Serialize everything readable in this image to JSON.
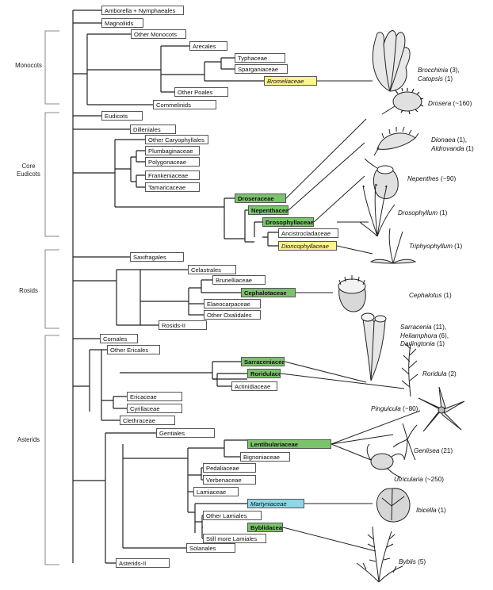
{
  "groups": {
    "monocots": "Monocots",
    "core_eudicots_1": "Core",
    "core_eudicots_2": "Eudicots",
    "rosids": "Rosids",
    "asterids": "Asterids"
  },
  "taxa": {
    "amborella": "Amborella + Nymphaeales",
    "magnoliids": "Magnoliids",
    "other_monocots": "Other Monocots",
    "arecales": "Arecales",
    "typhaceae": "Typhaceae",
    "sparganiaceae": "Sparganiaceae",
    "bromeliaceae": "Bromeliaceae",
    "other_poales": "Other Poales",
    "commelinids": "Commelinids",
    "eudicots": "Eudicots",
    "dilleniales": "Dilleniales",
    "other_caryophyllales": "Other Caryophyllales",
    "plumbaginaceae": "Plumbaginaceae",
    "polygonaceae": "Polygonaceae",
    "frankeniaceae": "Frankeniaceae",
    "tamaricaceae": "Tamaricaceae",
    "droseraceae": "Droseraceae",
    "nepenthaceae": "Nepenthaceae",
    "drosophyllaceae": "Drosophyllaceae",
    "ancistrocladaceae": "Ancistrocladaceae",
    "dioncophyllaceae": "Dioncophyllaceae",
    "saxifragales": "Saxifragales",
    "celastrales": "Celastrales",
    "brunelliaceae": "Brunelliaceae",
    "cephalotaceae": "Cephalotaceae",
    "elaeocarpaceae": "Elaeocarpaceae",
    "other_oxalidales": "Other Oxalidales",
    "rosids_ii": "Rosids-II",
    "cornales": "Cornales",
    "other_ericales": "Other Ericales",
    "sarraceniaceae": "Sarraceniaceae",
    "roridulaceae": "Roridulaceae",
    "actinidiaceae": "Actinidiaceae",
    "ericaceae": "Ericaceae",
    "cyrillaceae": "Cyrillaceae",
    "clethraceae": "Clethraceae",
    "gentiales": "Gentiales",
    "lentibulariaceae": "Lentibulariaceae",
    "bignoniaceae": "Bignoniaceae",
    "pedaliaceae": "Pedaliaceae",
    "verbenaceae": "Verbenaceae",
    "lamiaceae": "Lamiaceae",
    "martyniaceae": "Martyniaceae",
    "other_lamiales": "Other Lamiales",
    "byblidaceae": "Byblidaceae",
    "still_more_lamiales": "Still more Lamiales",
    "solanales": "Solanales",
    "asterids_ii": "Asterids-II"
  },
  "plants": {
    "brocchinia": {
      "name1": "Brocchinia",
      "count1": " (3),",
      "name2": "Catopsis",
      "count2": " (1)"
    },
    "drosera": {
      "name": "Drosera",
      "count": " (~160)"
    },
    "dionaea": {
      "name1": "Dionaea",
      "count1": " (1),",
      "name2": "Aldrovanda",
      "count2": " (1)"
    },
    "nepenthes": {
      "name": "Nepenthes",
      "count": " (~90)"
    },
    "drosophyllum": {
      "name": "Drosophyllum",
      "count": " (1)"
    },
    "triphyophyllum": {
      "name": "Triphyophyllum",
      "count": " (1)"
    },
    "cephalotus": {
      "name": "Cephalotus",
      "count": " (1)"
    },
    "sarracenia": {
      "name1": "Sarracenia",
      "count1": " (11),",
      "name2": "Heliamphora",
      "count2": " (6),",
      "name3": "Darlingtonia",
      "count3": " (1)"
    },
    "roridula": {
      "name": "Roridula",
      "count": " (2)"
    },
    "pinguicula": {
      "name": "Pinguicula",
      "count": " (~80)"
    },
    "genlisea": {
      "name": "Genlisea",
      "count": " (21)"
    },
    "utricularia": {
      "name": "Utricularia",
      "count": " (~250)"
    },
    "ibicella": {
      "name": "Ibicella",
      "count": " (1)"
    },
    "byblis": {
      "name": "Byblis",
      "count": " (5)"
    }
  },
  "colors": {
    "carnivorous_family": "#7ac36a",
    "bromeliaceae_dioncophyllaceae": "#fff38c",
    "martyniaceae": "#8fd6e6",
    "line": "#222222"
  },
  "icons": [
    "brocchinia-plant-icon",
    "drosera-plant-icon",
    "dionaea-plant-icon",
    "nepenthes-plant-icon",
    "drosophyllum-plant-icon",
    "triphyophyllum-plant-icon",
    "cephalotus-plant-icon",
    "sarracenia-plant-icon",
    "roridula-plant-icon",
    "pinguicula-plant-icon",
    "genlisea-plant-icon",
    "utricularia-plant-icon",
    "ibicella-plant-icon",
    "byblis-plant-icon"
  ]
}
